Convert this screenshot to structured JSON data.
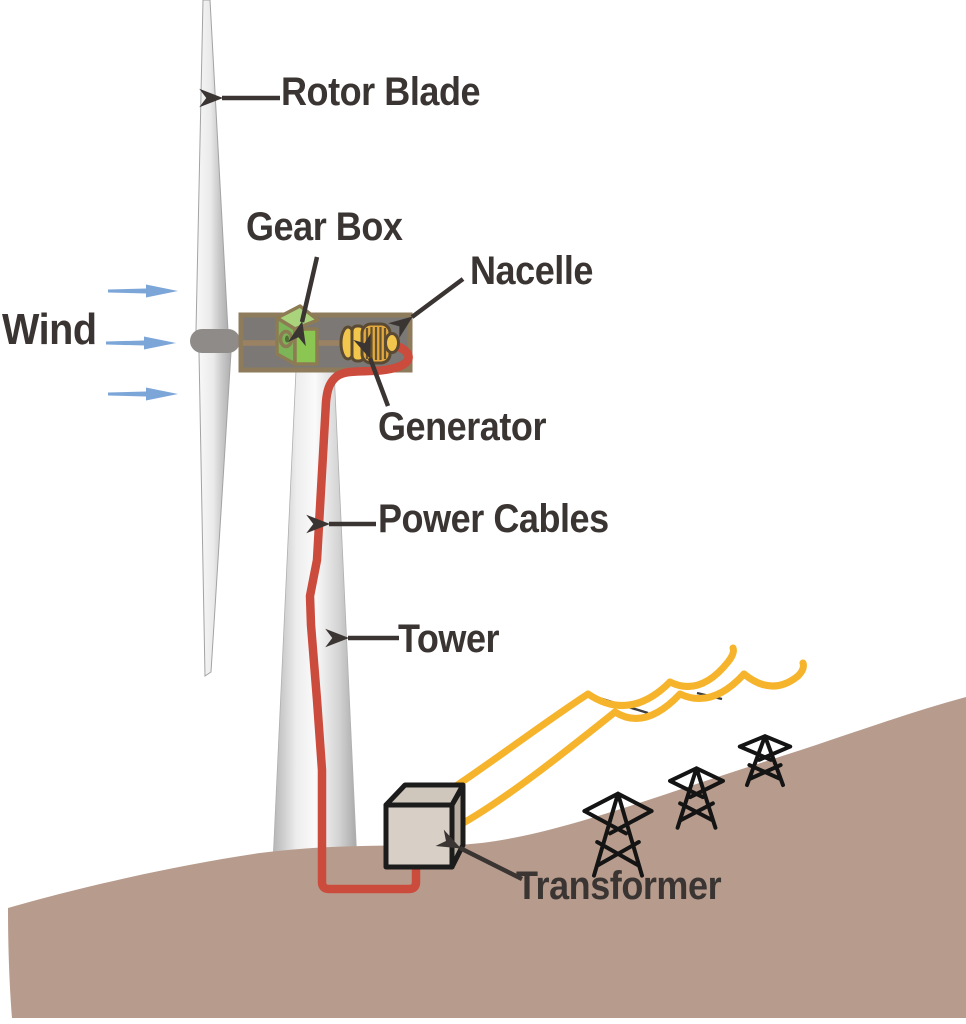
{
  "labels": {
    "rotor_blade": "Rotor Blade",
    "gear_box": "Gear Box",
    "nacelle": "Nacelle",
    "wind": "Wind",
    "generator": "Generator",
    "power_cables": "Power Cables",
    "tower": "Tower",
    "transformer": "Transformer"
  },
  "colors": {
    "background": "#ffffff",
    "label_text": "#3a3533",
    "wind_arrow": "#7da6d8",
    "ground_tan": "#b79c8d",
    "cable_red": "#cb4b3d",
    "cable_yellow": "#f6b42c",
    "gearbox_green": "#8cc652",
    "generator_gold": "#e3a93e",
    "nacelle_fill": "#7b7875",
    "nacelle_border": "#8d7b5c",
    "pylon_black": "#141414"
  }
}
